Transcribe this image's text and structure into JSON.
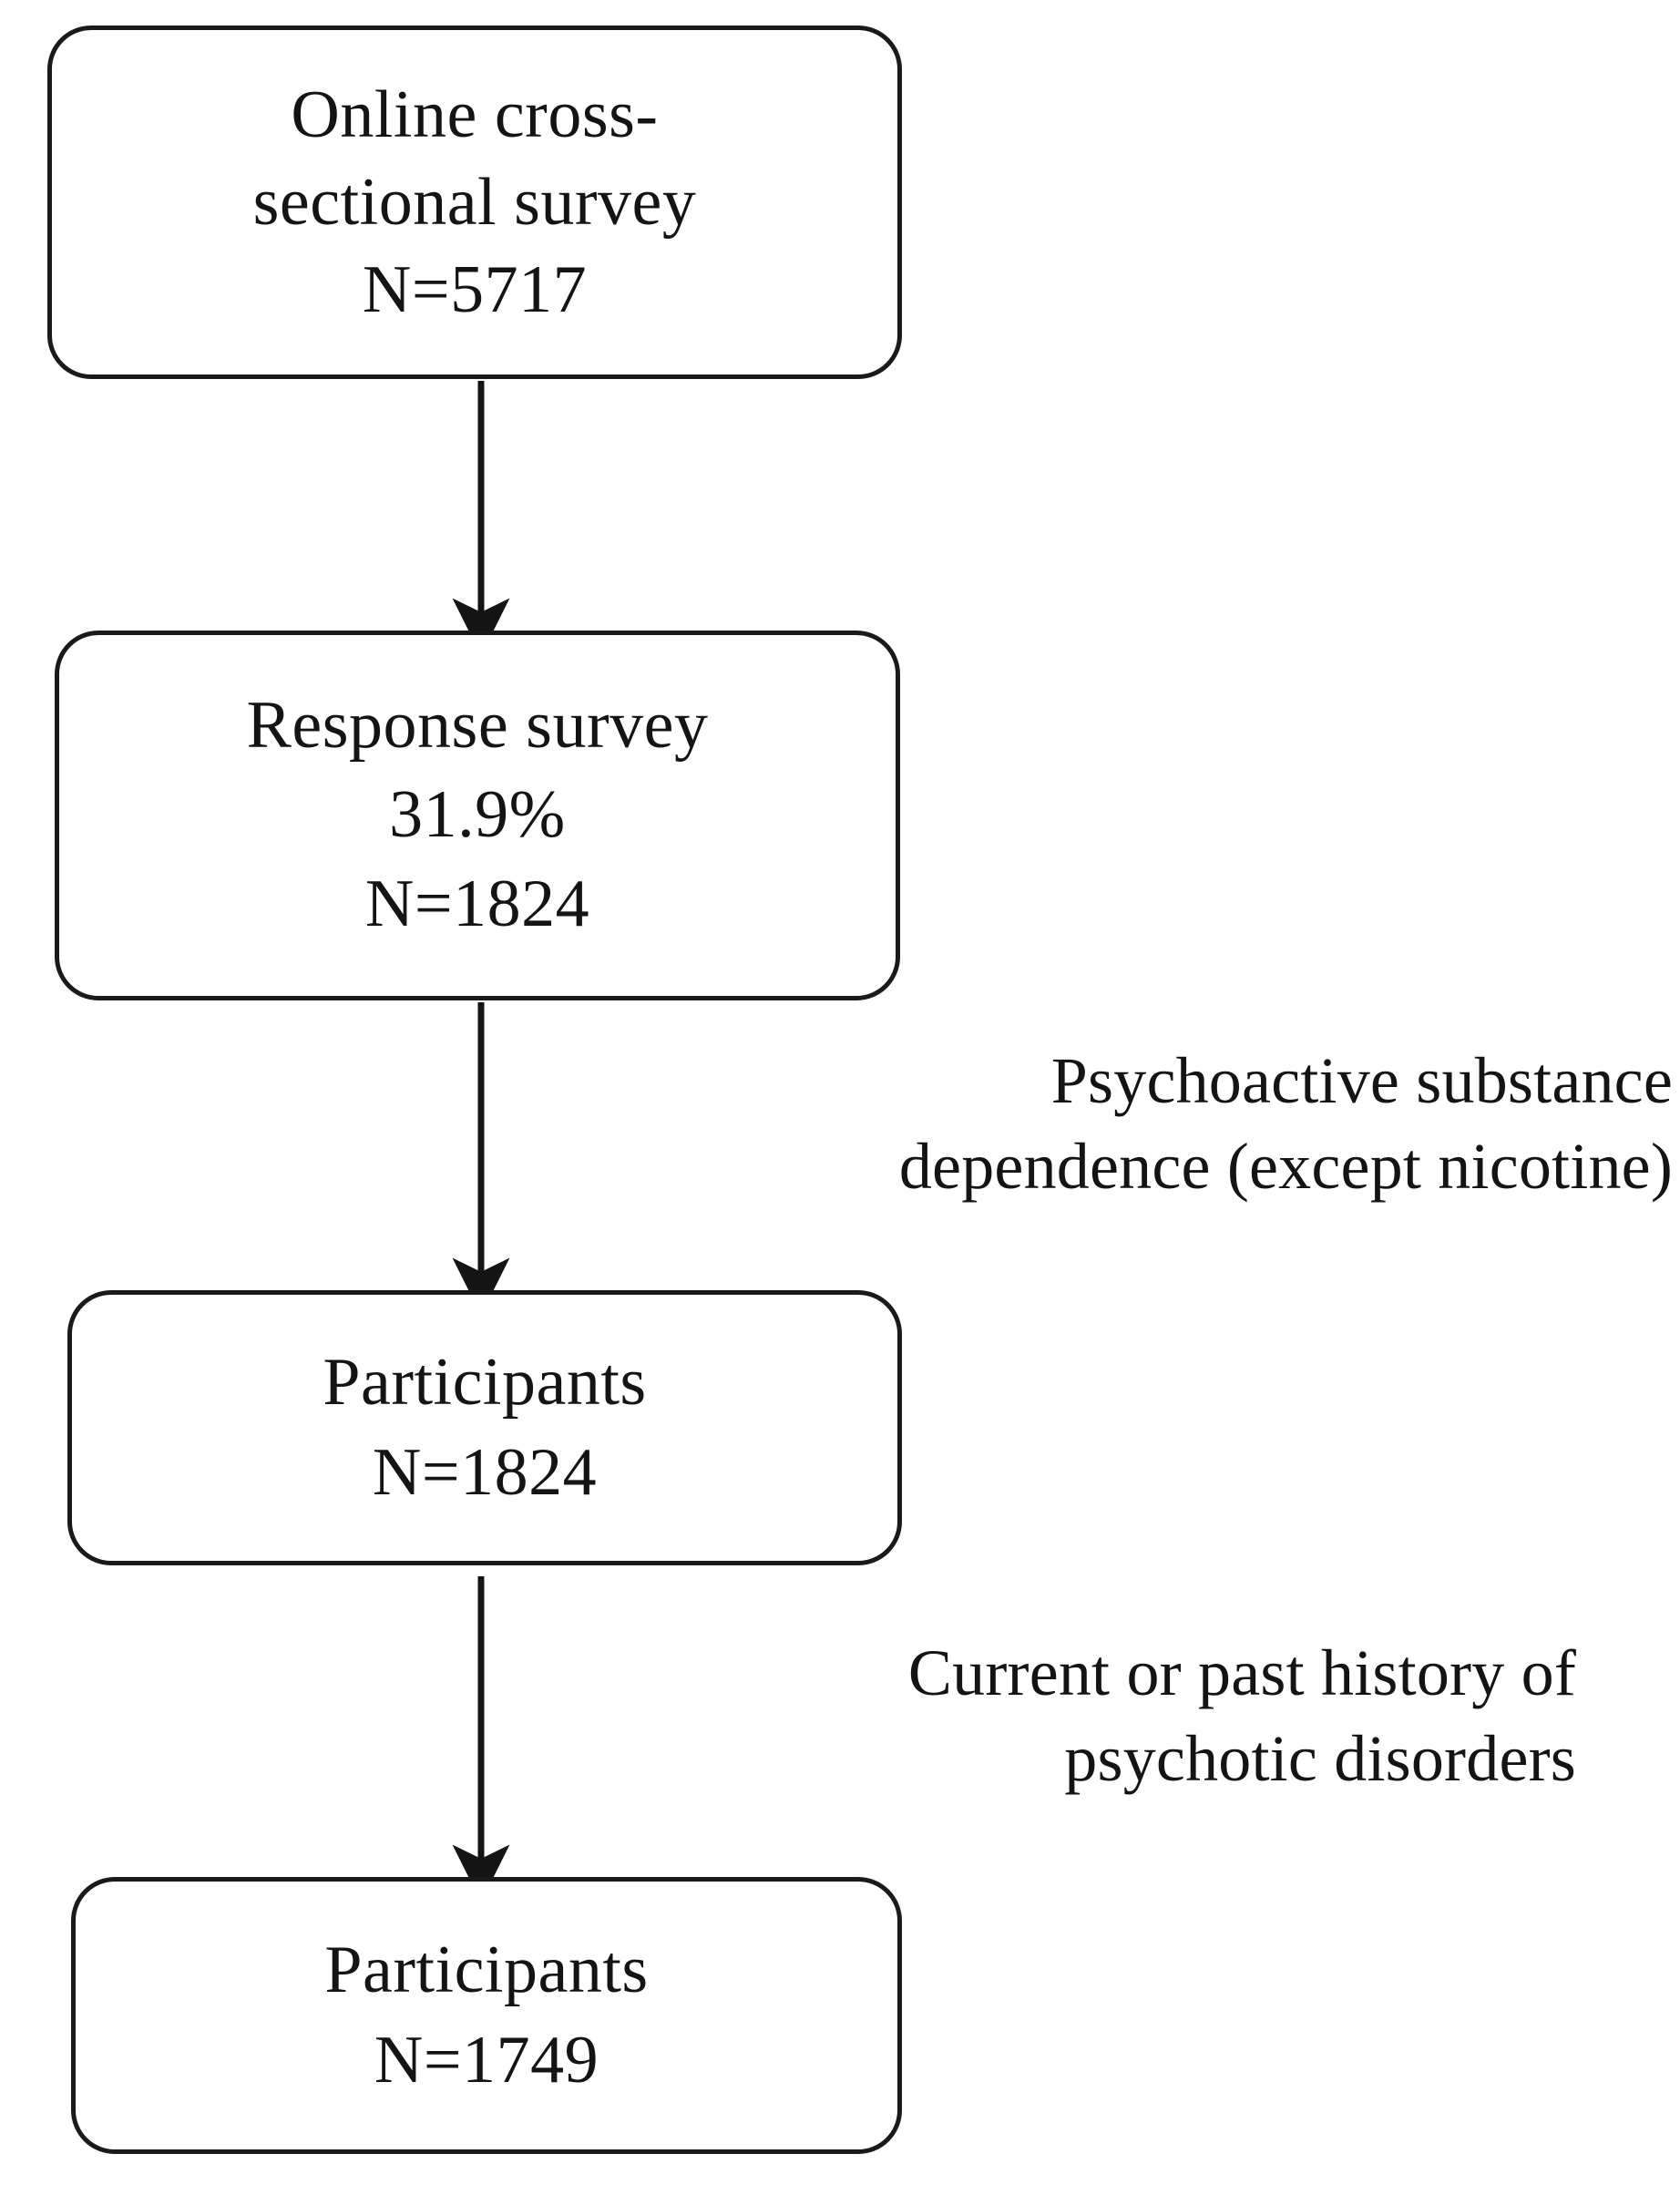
{
  "figure": {
    "type": "flowchart",
    "orientation": "vertical",
    "background_color": "#ffffff",
    "stroke_color": "#1a1a1a",
    "text_color": "#141414"
  },
  "nodes": [
    {
      "id": "survey",
      "lines": [
        "Online cross-",
        "sectional survey",
        "N=5717"
      ],
      "n_label": "N=5717",
      "n_value": 5717
    },
    {
      "id": "response",
      "lines": [
        "Response  survey",
        "31.9%",
        "N=1824"
      ],
      "percent_label": "31.9%",
      "percent_value": 31.9,
      "n_label": "N=1824",
      "n_value": 1824
    },
    {
      "id": "participants-1",
      "lines": [
        "Participants",
        "N=1824"
      ],
      "n_label": "N=1824",
      "n_value": 1824
    },
    {
      "id": "participants-2",
      "lines": [
        "Participants",
        "N=1749"
      ],
      "n_label": "N=1749",
      "n_value": 1749
    }
  ],
  "box1": {
    "line1": "Online cross-",
    "line2": "sectional survey",
    "line3": "N=5717"
  },
  "box2": {
    "line1": "Response  survey",
    "line2": "31.9%",
    "line3": "N=1824"
  },
  "box3": {
    "line1": "Participants",
    "line2": "N=1824"
  },
  "box4": {
    "line1": "Participants",
    "line2": "N=1749"
  },
  "annotations": {
    "exclusion_1": {
      "line1": "Psychoactive substance",
      "line2": "dependence (except nicotine)"
    },
    "exclusion_2": {
      "line1": "Current or past history of",
      "line2": "psychotic disorders"
    }
  },
  "connectors": [
    {
      "id": "arrow-survey-to-response",
      "from": "survey",
      "to": "response",
      "shape": "vertical-arrow"
    },
    {
      "id": "arrow-response-to-participants-1",
      "from": "response",
      "to": "participants-1",
      "shape": "vertical-arrow",
      "label": "exclusion_1"
    },
    {
      "id": "arrow-participants-1-to-participants-2",
      "from": "participants-1",
      "to": "participants-2",
      "shape": "vertical-arrow",
      "label": "exclusion_2"
    }
  ]
}
